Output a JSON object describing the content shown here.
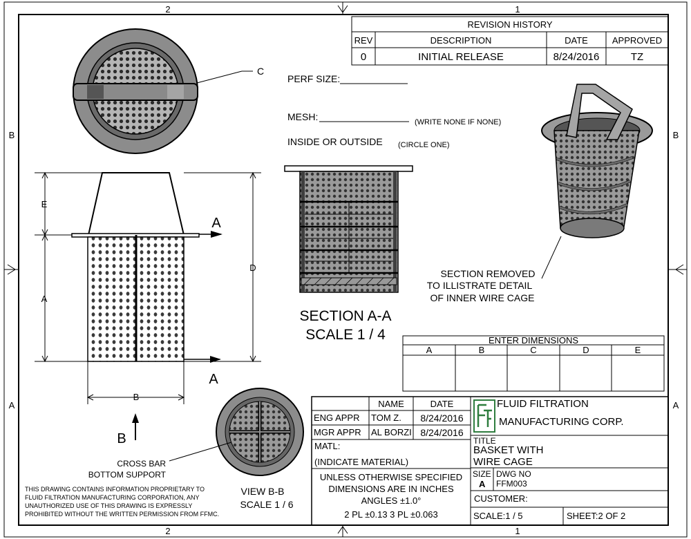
{
  "border": {
    "zone_top_left": "2",
    "zone_top_right": "1",
    "zone_bottom_left": "2",
    "zone_bottom_right": "1",
    "zone_left_upper": "B",
    "zone_right_upper": "B",
    "zone_left_lower": "A",
    "zone_right_lower": "A"
  },
  "revision_history": {
    "title": "REVISION HISTORY",
    "headers": [
      "REV",
      "DESCRIPTION",
      "DATE",
      "APPROVED"
    ],
    "row": [
      "0",
      "INITIAL RELEASE",
      "8/24/2016",
      "TZ"
    ]
  },
  "form_fields": {
    "perf_size": "PERF SIZE:",
    "mesh": "MESH:",
    "mesh_note": "(WRITE NONE IF NONE)",
    "inside_outside": "INSIDE OR OUTSIDE",
    "inside_outside_note": "(CIRCLE ONE)"
  },
  "views": {
    "top_callout": "C",
    "dim_e": "E",
    "dim_a": "A",
    "dim_d": "D",
    "dim_b": "B",
    "section_arrow_upper": "A",
    "section_arrow_lower": "A",
    "view_arrow": "B",
    "section_title": "SECTION A-A",
    "section_scale": "SCALE 1 / 4",
    "iso_note": [
      "SECTION REMOVED",
      "TO ILLISTRATE DETAIL",
      "OF INNER WIRE CAGE"
    ],
    "cross_bar_note": [
      "CROSS BAR",
      "BOTTOM SUPPORT"
    ],
    "view_bb_title": "VIEW B-B",
    "view_bb_scale": "SCALE 1 / 6"
  },
  "enter_dimensions": {
    "title": "ENTER DIMENSIONS",
    "headers": [
      "A",
      "B",
      "C",
      "D",
      "E"
    ]
  },
  "proprietary": [
    "THIS DRAWING CONTAINS INFORMATION PROPRIETARY TO",
    "FLUID FILTRATION MANUFACTURING CORPORATION, ANY",
    "UNAUTHORIZED USE OF THIS DRAWING IS EXPRESSLY",
    "PROHIBITED WITHOUT THE WRITTEN PERMISSION FROM FFMC."
  ],
  "approvals": {
    "name_header": "NAME",
    "date_header": "DATE",
    "eng_label": "ENG APPR",
    "eng_name": "TOM Z.",
    "eng_date": "8/24/2016",
    "mgr_label": "MGR APPR",
    "mgr_name": "AL BORZI",
    "mgr_date": "8/24/2016"
  },
  "material": {
    "label": "MATL:",
    "value": "(INDICATE MATERIAL)"
  },
  "tolerances": [
    "UNLESS OTHERWISE SPECIFIED",
    "DIMENSIONS ARE IN INCHES",
    "ANGLES ±1.0°",
    "2 PL ±0.13 3 PL ±0.063"
  ],
  "company": {
    "line1": "FLUID FILTRATION",
    "line2": "MANUFACTURING CORP.",
    "logo_letters": "FF"
  },
  "title_block": {
    "title_label": "TITLE",
    "title_line1": "BASKET WITH",
    "title_line2": "WIRE CAGE",
    "size_label": "SIZE",
    "size_value": "A",
    "dwg_label": "DWG NO",
    "dwg_value": "FFM003",
    "customer_label": "CUSTOMER:",
    "scale": "SCALE:1 / 5",
    "sheet": "SHEET:2  OF 2"
  },
  "colors": {
    "line": "#000000",
    "metal": "#8c8c8c",
    "metal_light": "#b5b5b5",
    "metal_dark": "#5a5a5a",
    "logo": "#2e7d3e"
  }
}
